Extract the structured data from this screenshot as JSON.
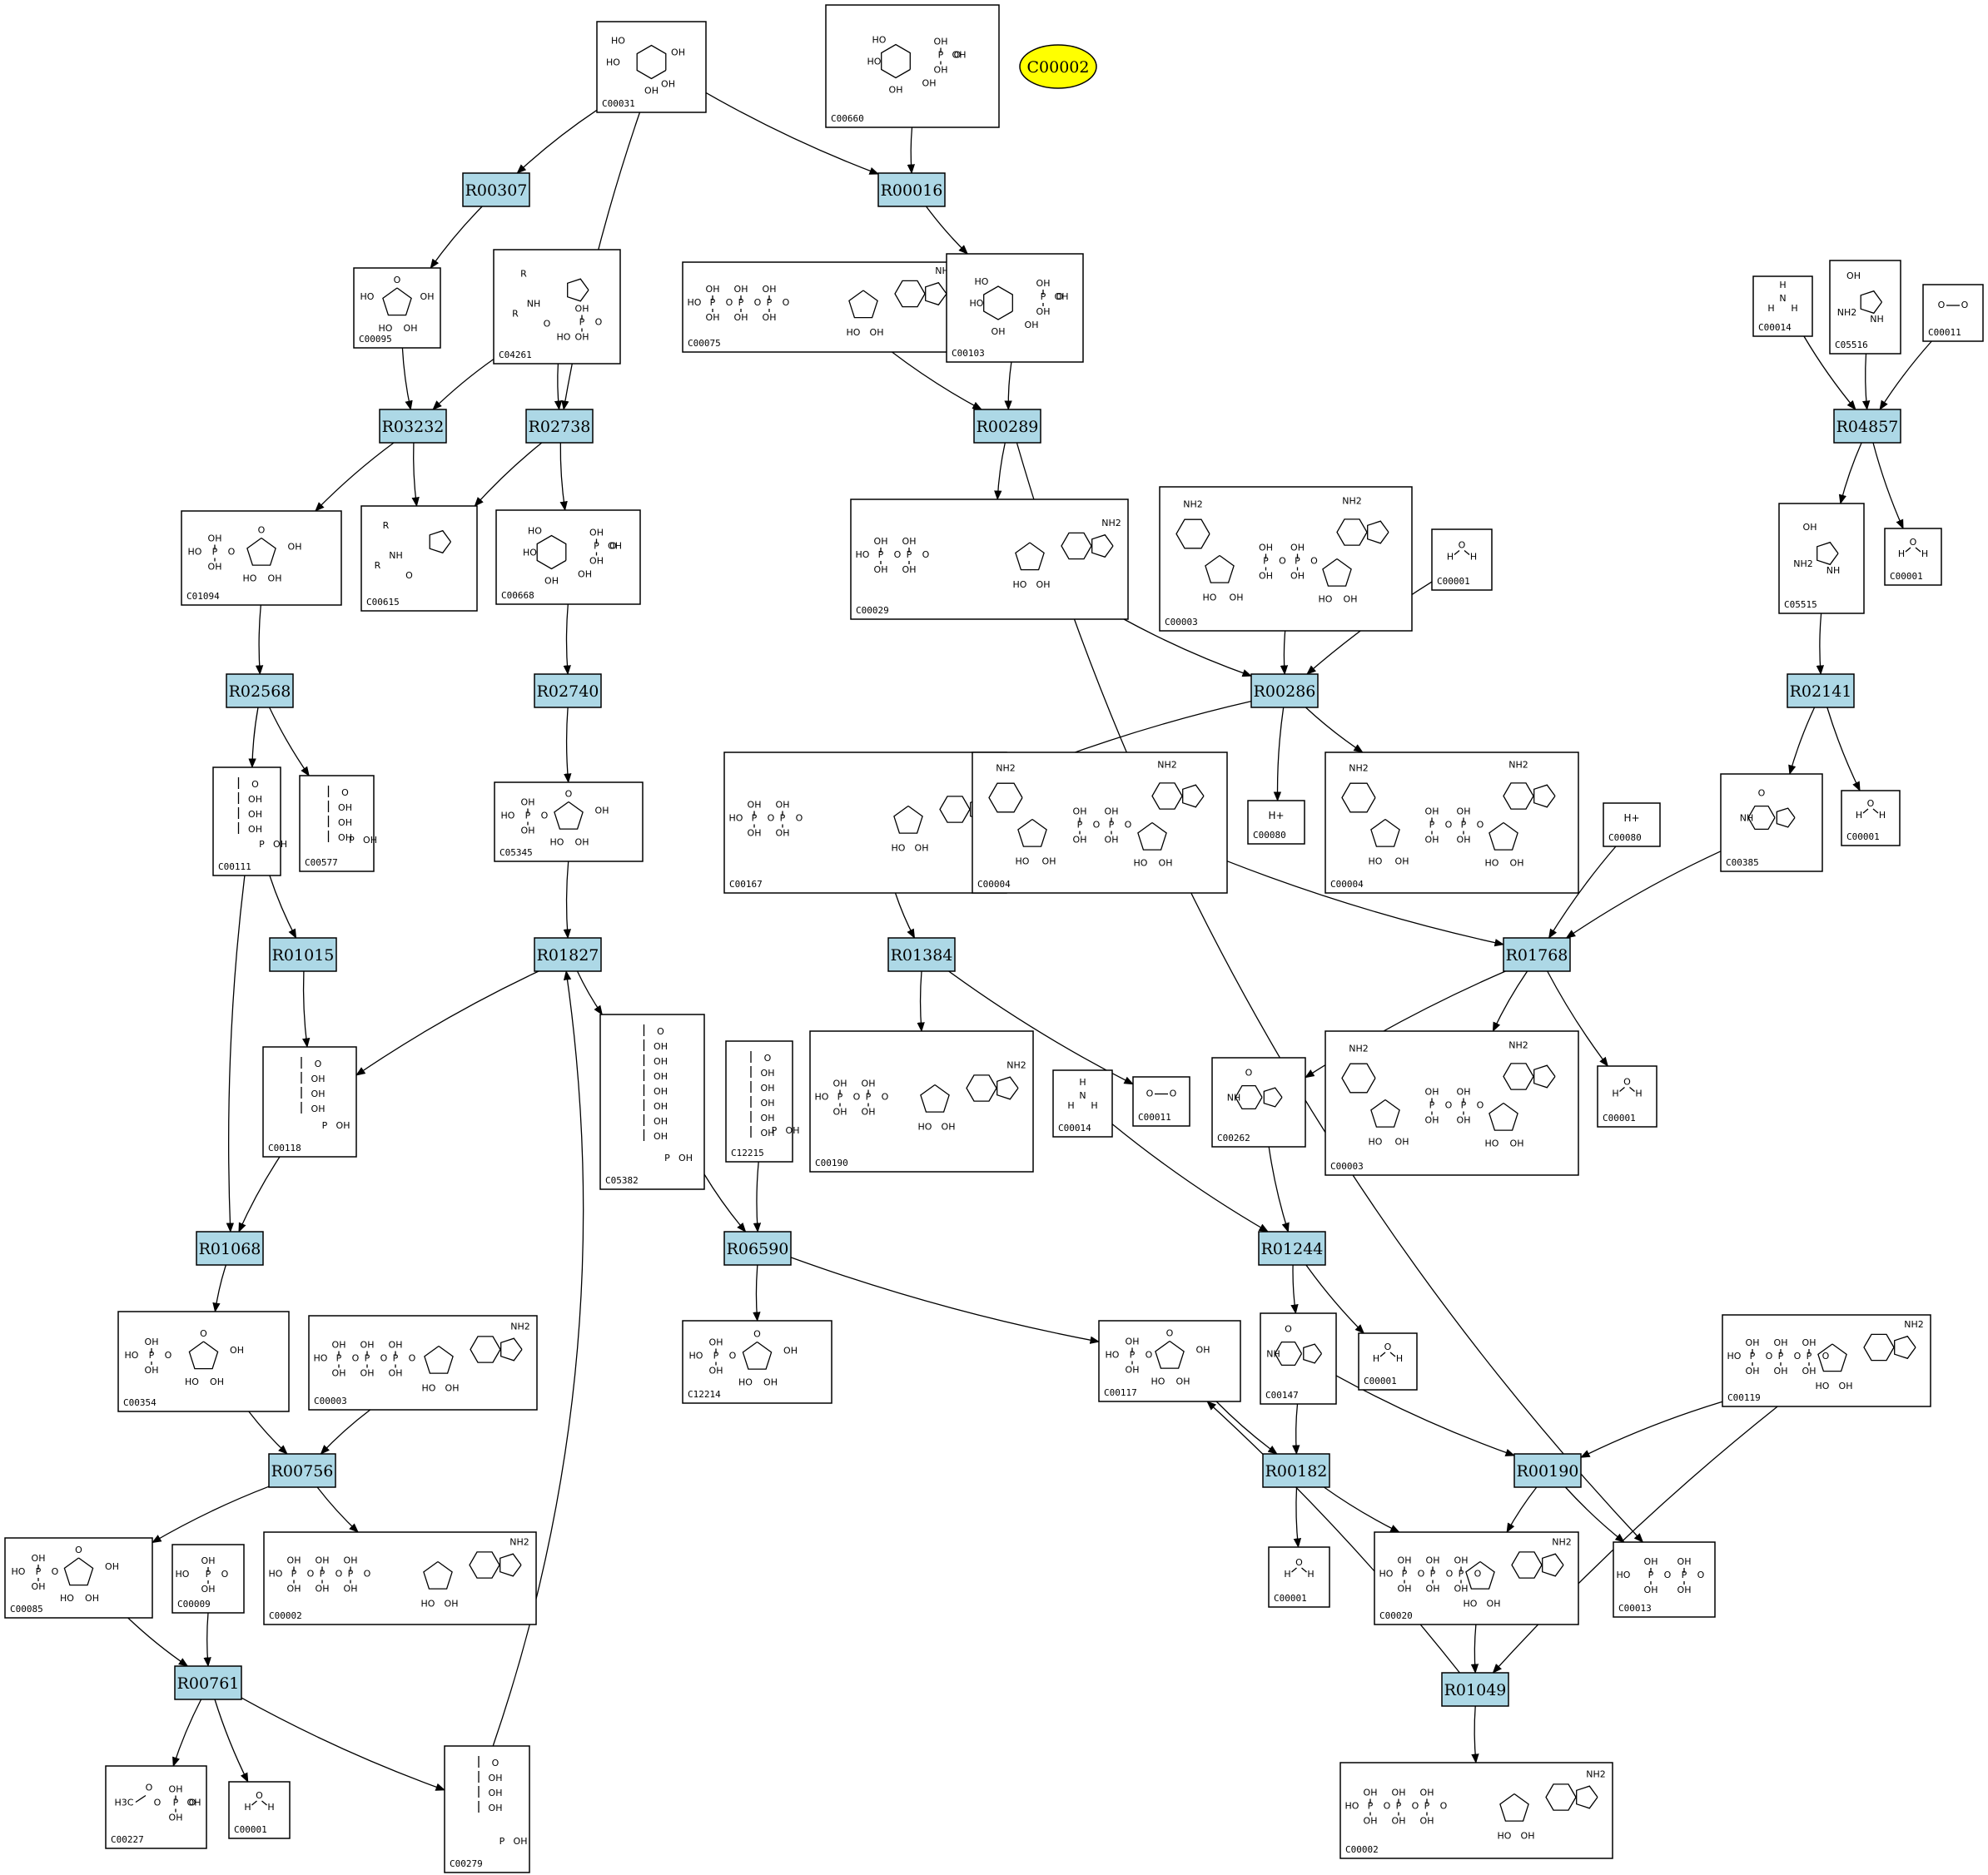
{
  "highlight": "C00002",
  "reactions": [
    "R00307",
    "R00016",
    "R03232",
    "R02738",
    "R00289",
    "R04857",
    "R02568",
    "R02740",
    "R00286",
    "R02141",
    "R01015",
    "R01827",
    "R01384",
    "R01768",
    "R01068",
    "R06590",
    "R01244",
    "R00756",
    "R00182",
    "R00190",
    "R00761",
    "R01049"
  ],
  "compounds": {
    "c00031": {
      "id": "C00031"
    },
    "c00660": {
      "id": "C00660"
    },
    "c00095": {
      "id": "C00095"
    },
    "c04261": {
      "id": "C04261"
    },
    "c00075": {
      "id": "C00075"
    },
    "c00103": {
      "id": "C00103"
    },
    "c00014a": {
      "id": "C00014",
      "formula": "NH3"
    },
    "c05516": {
      "id": "C05516"
    },
    "c00011a": {
      "id": "C00011"
    },
    "c01094": {
      "id": "C01094"
    },
    "c00615": {
      "id": "C00615"
    },
    "c00668": {
      "id": "C00668"
    },
    "c00029": {
      "id": "C00029"
    },
    "c00003a": {
      "id": "C00003"
    },
    "c00001a": {
      "id": "C00001",
      "formula": "H2O"
    },
    "c05515": {
      "id": "C05515"
    },
    "c00001b": {
      "id": "C00001",
      "formula": "H2O"
    },
    "c00111": {
      "id": "C00111"
    },
    "c00577": {
      "id": "C00577"
    },
    "c05345": {
      "id": "C05345"
    },
    "c00167": {
      "id": "C00167"
    },
    "c00004a": {
      "id": "C00004"
    },
    "c00080a": {
      "id": "C00080",
      "formula": "H+"
    },
    "c00004b": {
      "id": "C00004"
    },
    "c00080b": {
      "id": "C00080",
      "formula": "H+"
    },
    "c00385": {
      "id": "C00385"
    },
    "c00001c": {
      "id": "C00001",
      "formula": "H2O"
    },
    "c00118": {
      "id": "C00118"
    },
    "c05382": {
      "id": "C05382"
    },
    "c12215": {
      "id": "C12215"
    },
    "c00190": {
      "id": "C00190"
    },
    "c00014b": {
      "id": "C00014",
      "formula": "NH3"
    },
    "c00011b": {
      "id": "C00011"
    },
    "c00262": {
      "id": "C00262"
    },
    "c00003b": {
      "id": "C00003"
    },
    "c00001d": {
      "id": "C00001",
      "formula": "H2O"
    },
    "c00354": {
      "id": "C00354"
    },
    "c00003c": {
      "id": "C00003"
    },
    "c12214": {
      "id": "C12214"
    },
    "c00117": {
      "id": "C00117"
    },
    "c00147": {
      "id": "C00147"
    },
    "c00001e": {
      "id": "C00001",
      "formula": "H2O"
    },
    "c00119": {
      "id": "C00119"
    },
    "c00085": {
      "id": "C00085"
    },
    "c00009": {
      "id": "C00009"
    },
    "c00002a": {
      "id": "C00002"
    },
    "c00001f": {
      "id": "C00001",
      "formula": "H2O"
    },
    "c00020": {
      "id": "C00020"
    },
    "c00013": {
      "id": "C00013"
    },
    "c00227": {
      "id": "C00227"
    },
    "c00001g": {
      "id": "C00001",
      "formula": "H2O"
    },
    "c00279": {
      "id": "C00279"
    },
    "c00002b": {
      "id": "C00002"
    }
  },
  "molecule_labels": {
    "oh": "OH",
    "ho": "HO",
    "o": "O",
    "p": "P",
    "n": "N",
    "nh": "NH",
    "nh2": "NH2",
    "h": "H",
    "r": "R",
    "h3c": "H3C"
  }
}
